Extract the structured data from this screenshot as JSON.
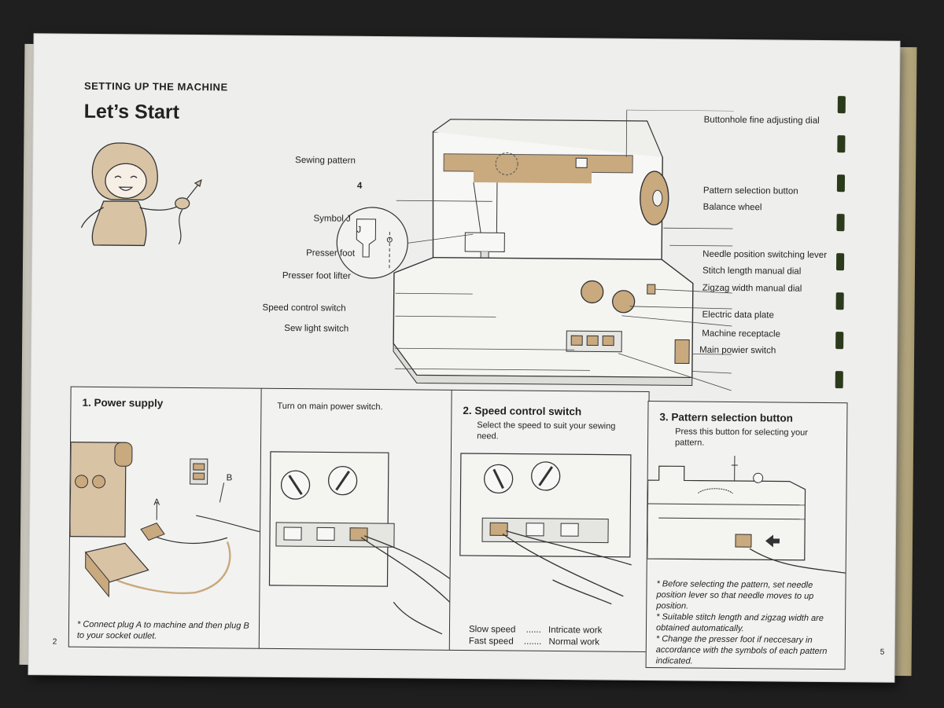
{
  "header": {
    "section_title": "SETTING UP THE MACHINE",
    "main_title": "Let’s Start"
  },
  "machine_callouts": {
    "left": [
      "Sewing pattern",
      "Symbol J",
      "Presser foot",
      "Presser foot lifter",
      "Speed control switch",
      "Sew light switch"
    ],
    "right": [
      "Buttonhole fine adjusting dial",
      "Pattern selection button",
      "Balance wheel",
      "Needle position switching lever",
      "Stitch length manual dial",
      "Zigzag width manual dial",
      "Electric data plate",
      "Machine receptacle",
      "Main powier switch"
    ],
    "symbol_digits": [
      "4",
      "J"
    ]
  },
  "panels": {
    "power_supply": {
      "title": "1. Power supply",
      "plug_a": "A",
      "plug_b": "B",
      "note": "* Connect plug A to machine and then plug B to your socket outlet."
    },
    "main_switch": {
      "text": "Turn on main power switch."
    },
    "speed_control": {
      "title": "2. Speed control switch",
      "text": "Select the speed to suit your sewing need.",
      "slow_label": "Slow speed",
      "slow_dots": "......",
      "slow_value": "Intricate work",
      "fast_label": "Fast speed",
      "fast_dots": ".......",
      "fast_value": "Normal work"
    },
    "pattern_selection": {
      "title": "3. Pattern selection button",
      "text": "Press this button for selecting your pattern.",
      "notes": [
        "* Before selecting the pattern, set needle position lever so that needle moves to up position.",
        "* Suitable stitch length and zigzag width are obtained automatically.",
        "* Change the presser foot if neccesary in accordance with the symbols of each pattern indicated."
      ]
    }
  },
  "page_numbers": {
    "left": "2",
    "right": "5"
  },
  "colors": {
    "paper": "#eeeeec",
    "accent_tan": "#c9a97e",
    "line": "#333333"
  }
}
